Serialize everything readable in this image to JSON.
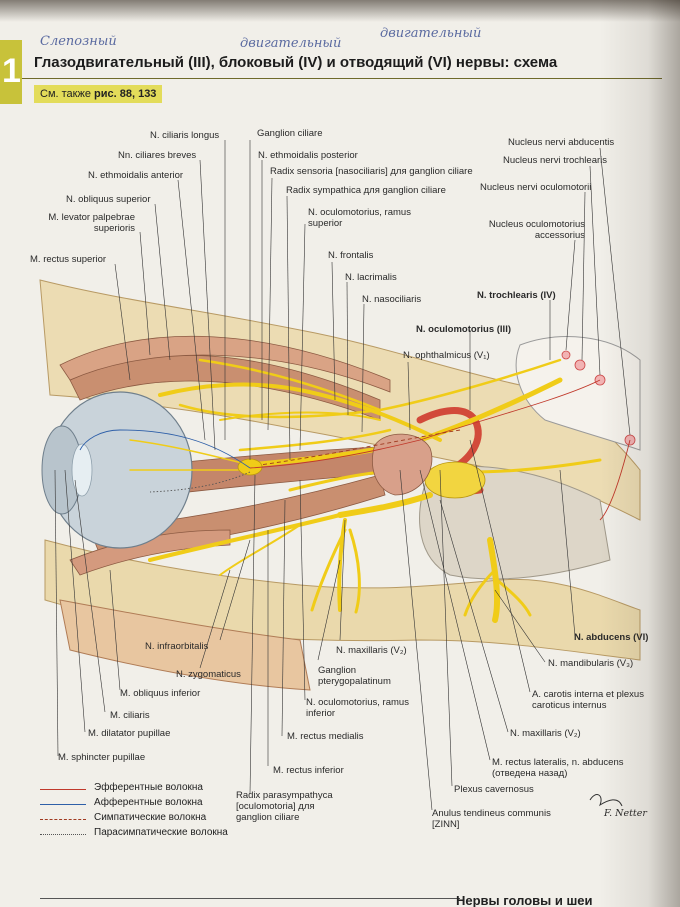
{
  "chapter_number": "1",
  "title": "Глазодвигательный (III), блоковый (IV) и отводящий (VI) нервы: схема",
  "see_also": {
    "prefix": "См. также",
    "refs": "рис. 88, 133"
  },
  "handwriting": [
    "Слепозный",
    "двигательный",
    "двигательный"
  ],
  "labels": {
    "ciliaris_longus": "N. ciliaris longus",
    "ganglion_ciliare": "Ganglion ciliare",
    "ciliares_breves": "Nn. ciliares breves",
    "ethmoidalis_posterior": "N. ethmoidalis posterior",
    "radix_sensoria": "Radix sensoria [nasociliaris] для ganglion ciliare",
    "ethmoidalis_anterior": "N. ethmoidalis anterior",
    "radix_sympathica": "Radix sympathica для ganglion ciliare",
    "obliquus_superior": "N. obliquus superior",
    "levator_line1": "M. levator palpebrae",
    "levator_line2": "superioris",
    "oculomotorius_ramus_superior_line1": "N. oculomotorius, ramus",
    "oculomotorius_ramus_superior_line2": "superior",
    "rectus_superior": "M. rectus superior",
    "frontalis": "N. frontalis",
    "lacrimalis": "N. lacrimalis",
    "nasociliaris": "N. nasociliaris",
    "nucleus_abducentis": "Nucleus nervi abducentis",
    "nucleus_trochlearis": "Nucleus nervi trochlearis",
    "nucleus_oculomotorii": "Nucleus nervi oculomotorii",
    "nucleus_accessorius_line1": "Nucleus oculomotorius",
    "nucleus_accessorius_line2": "accessorius",
    "trochlearis": "N. trochlearis (IV)",
    "oculomotorius_III": "N. oculomotorius (III)",
    "ophthalmicus": "N. ophthalmicus (V₁)",
    "infraorbitalis": "N. infraorbitalis",
    "maxillaris_1": "N. maxillaris (V₂)",
    "zygomaticus": "N. zygomaticus",
    "ganglion_ptery_line1": "Ganglion",
    "ganglion_ptery_line2": "pterygopalatinum",
    "obliquus_inferior": "M. obliquus inferior",
    "oculomotorius_inferior_line1": "N. oculomotorius, ramus",
    "oculomotorius_inferior_line2": "inferior",
    "m_ciliaris": "M. ciliaris",
    "dilatator": "M. dilatator pupillae",
    "rectus_medialis": "M. rectus medialis",
    "sphincter": "M. sphincter pupillae",
    "rectus_inferior": "M. rectus inferior",
    "radix_parasym_line1": "Radix parasympathyca",
    "radix_parasym_line2": "[oculomotoria] для",
    "radix_parasym_line3": "ganglion ciliare",
    "abducens": "N. abducens (VI)",
    "mandibularis": "N. mandibularis (V₃)",
    "carotis_line1": "A. carotis interna et plexus",
    "carotis_line2": "caroticus internus",
    "maxillaris_2": "N. maxillaris (V₂)",
    "rectus_lateralis_line1": "M. rectus lateralis, n. abducens",
    "rectus_lateralis_line2": "(отведена назад)",
    "plexus_cavernosus": "Plexus cavernosus",
    "anulus_line1": "Anulus tendineus communis",
    "anulus_line2": "[ZINN]"
  },
  "legend": [
    {
      "text": "Эфферентные волокна",
      "color": "#c0392b",
      "style": "solid"
    },
    {
      "text": "Афферентные волокна",
      "color": "#2e5fa8",
      "style": "solid"
    },
    {
      "text": "Симпатические волокна",
      "color": "#a0391f",
      "style": "dashed"
    },
    {
      "text": "Парасимпатические волокна",
      "color": "#555555",
      "style": "dotted"
    }
  ],
  "signature": "F. Netter",
  "bottom_heading": "Нервы головы и шеи",
  "colors": {
    "nerve": "#f3d21c",
    "muscle": "#c88a6c",
    "bone": "#e9dcb5",
    "accent": "#e3dc5a"
  }
}
